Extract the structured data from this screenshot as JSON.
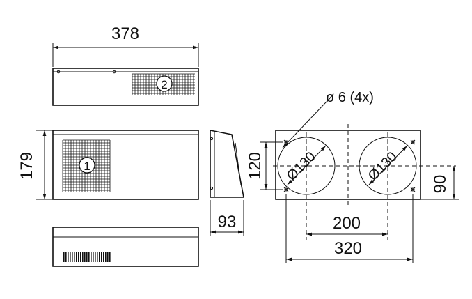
{
  "dimensions": {
    "width_top": "378",
    "height_front": "179",
    "depth_side": "93",
    "hole_vertical": "120",
    "outlet_offset": "90",
    "outlet_spacing": "200",
    "hole_spacing": "320",
    "hole_diameter_note": "ø 6 (4x)",
    "outlet_left_diameter": "Ø130",
    "outlet_right_diameter": "Ø130"
  },
  "callouts": {
    "top_grille_number": "2",
    "front_grille_number": "1"
  }
}
